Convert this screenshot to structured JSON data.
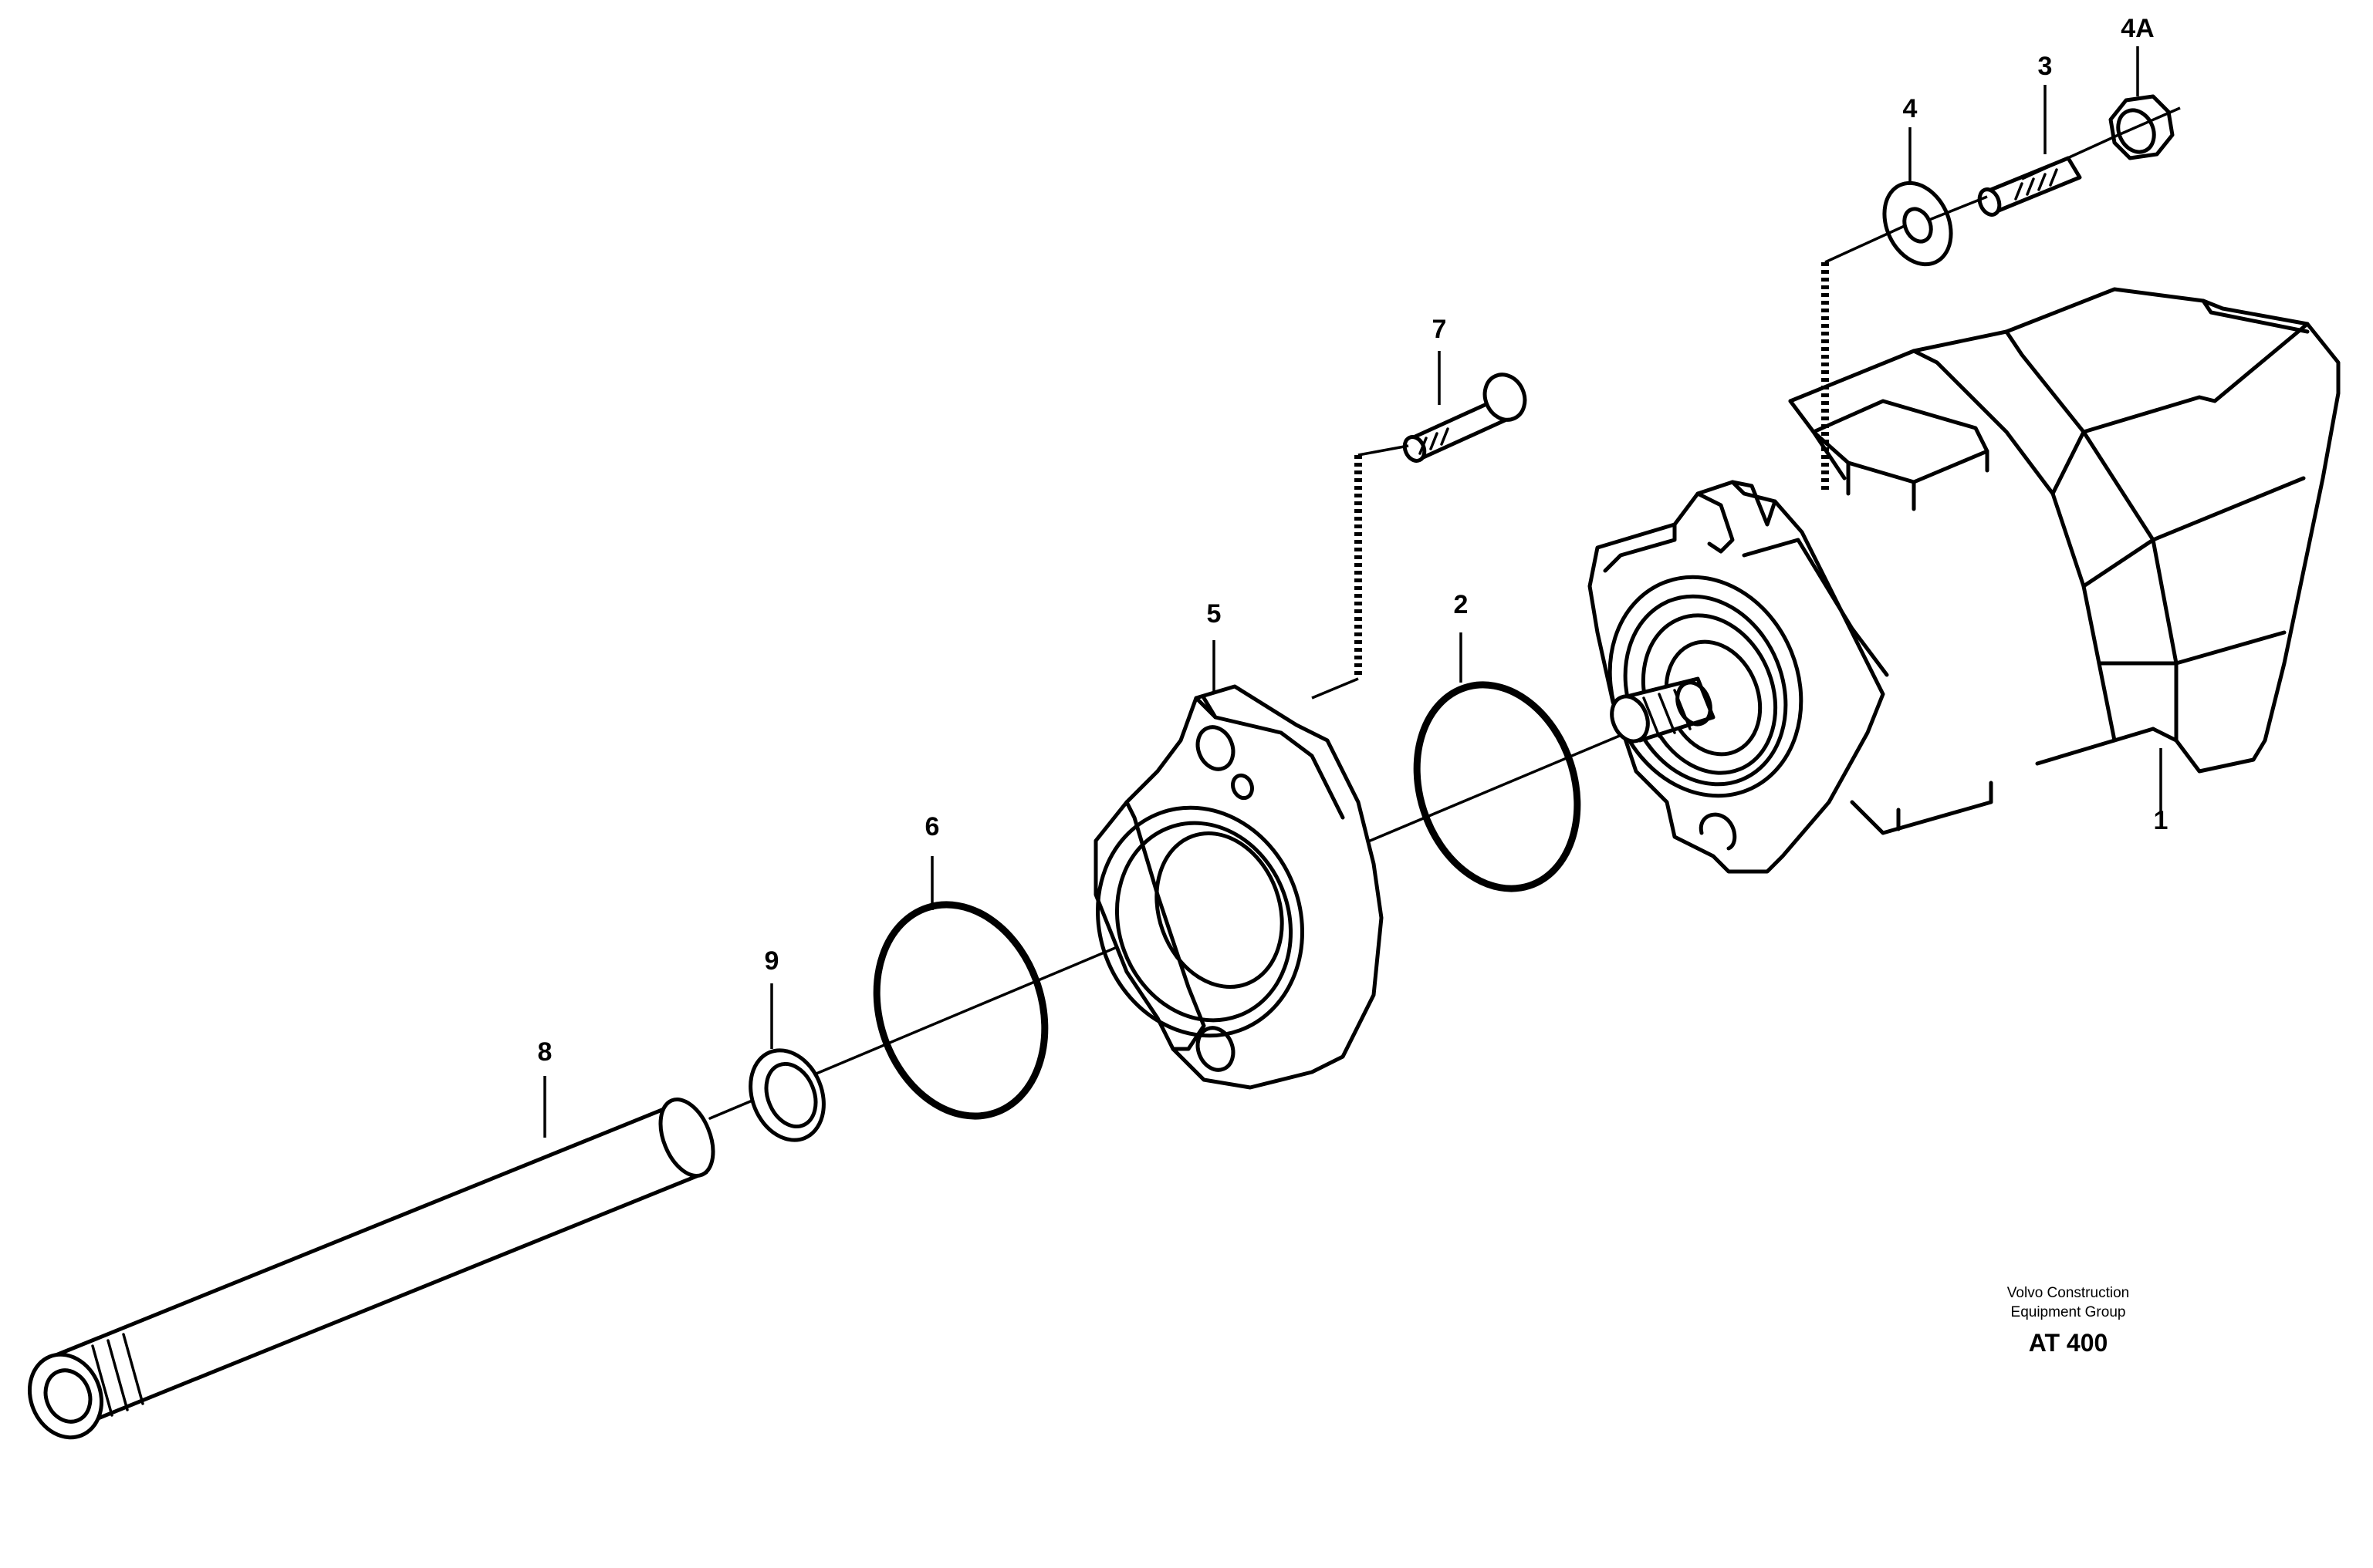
{
  "callouts": {
    "c1": "1",
    "c2": "2",
    "c3": "3",
    "c4": "4",
    "c4a": "4A",
    "c5": "5",
    "c6": "6",
    "c7": "7",
    "c8": "8",
    "c9": "9"
  },
  "credit": {
    "line1": "Volvo Construction",
    "line2": "Equipment Group",
    "code": "AT 400"
  },
  "colors": {
    "ink": "#000000",
    "paper": "#ffffff"
  }
}
